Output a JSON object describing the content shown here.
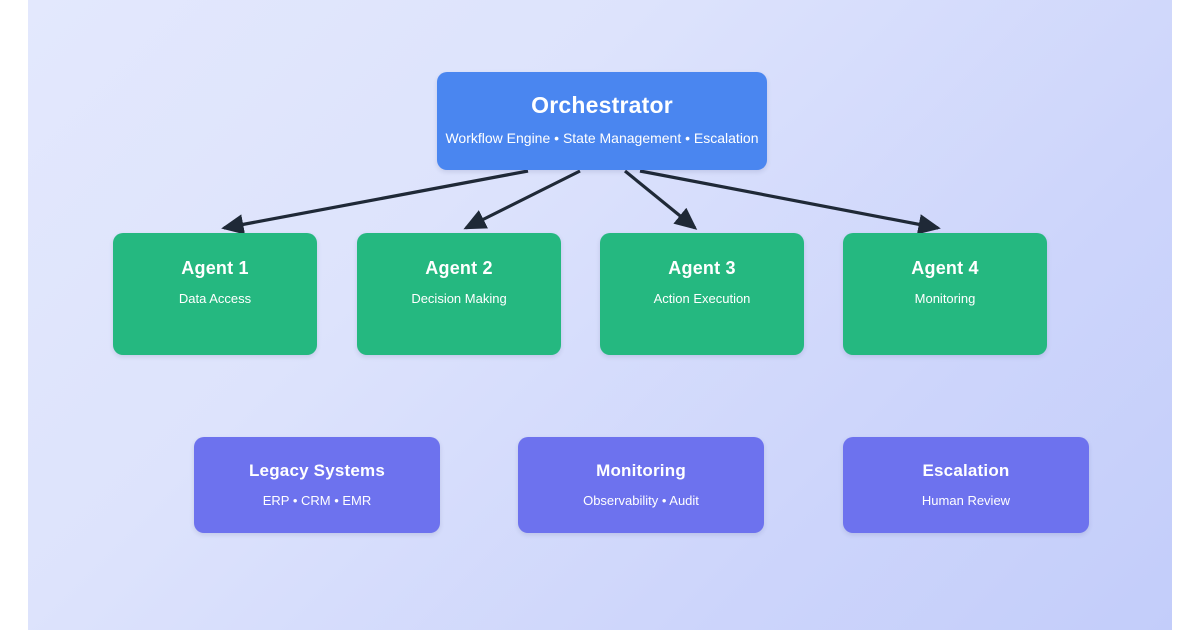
{
  "diagram": {
    "background": {
      "page_color": "#ffffff",
      "panel_gradient_from": "#e3e8fd",
      "panel_gradient_to": "#c3cdfa"
    },
    "orchestrator": {
      "title": "Orchestrator",
      "subtitle": "Workflow Engine • State Management • Escalation",
      "color": "#4a86f0"
    },
    "agents": [
      {
        "title": "Agent 1",
        "subtitle": "Data Access",
        "color": "#25b880"
      },
      {
        "title": "Agent 2",
        "subtitle": "Decision Making",
        "color": "#25b880"
      },
      {
        "title": "Agent 3",
        "subtitle": "Action Execution",
        "color": "#25b880"
      },
      {
        "title": "Agent 4",
        "subtitle": "Monitoring",
        "color": "#25b880"
      }
    ],
    "support": [
      {
        "title": "Legacy Systems",
        "subtitle": "ERP • CRM • EMR",
        "color": "#6d72ee"
      },
      {
        "title": "Monitoring",
        "subtitle": "Observability • Audit",
        "color": "#6d72ee"
      },
      {
        "title": "Escalation",
        "subtitle": "Human Review",
        "color": "#6d72ee"
      }
    ],
    "connectors": {
      "color": "#1f2937",
      "style": "solid-arrow",
      "edges": [
        {
          "from": "Orchestrator",
          "to": "Agent 1"
        },
        {
          "from": "Orchestrator",
          "to": "Agent 2"
        },
        {
          "from": "Orchestrator",
          "to": "Agent 3"
        },
        {
          "from": "Orchestrator",
          "to": "Agent 4"
        }
      ]
    }
  }
}
